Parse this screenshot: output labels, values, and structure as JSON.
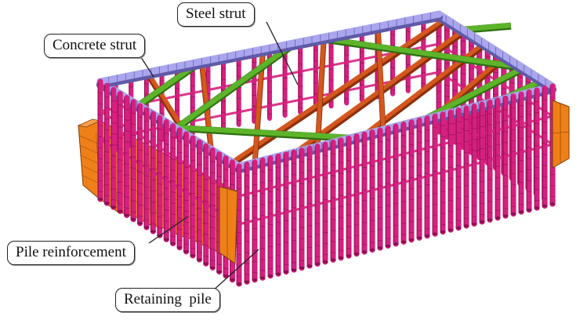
{
  "labels": {
    "steel_strut": "Steel strut",
    "concrete_strut": "Concrete strut",
    "pile_reinforcement": "Pile reinforcement",
    "retaining_pile": "Retaining  pile"
  },
  "colors": {
    "retaining_pile": "#d6207f",
    "pile_dark": "#8e0e52",
    "crown_beam": "#a9a6ee",
    "concrete_strut": "#5db42a",
    "steel_strut": "#d4571e",
    "pile_reinforcement": "#ef8018",
    "mesh_line": "#7a3d0a"
  }
}
